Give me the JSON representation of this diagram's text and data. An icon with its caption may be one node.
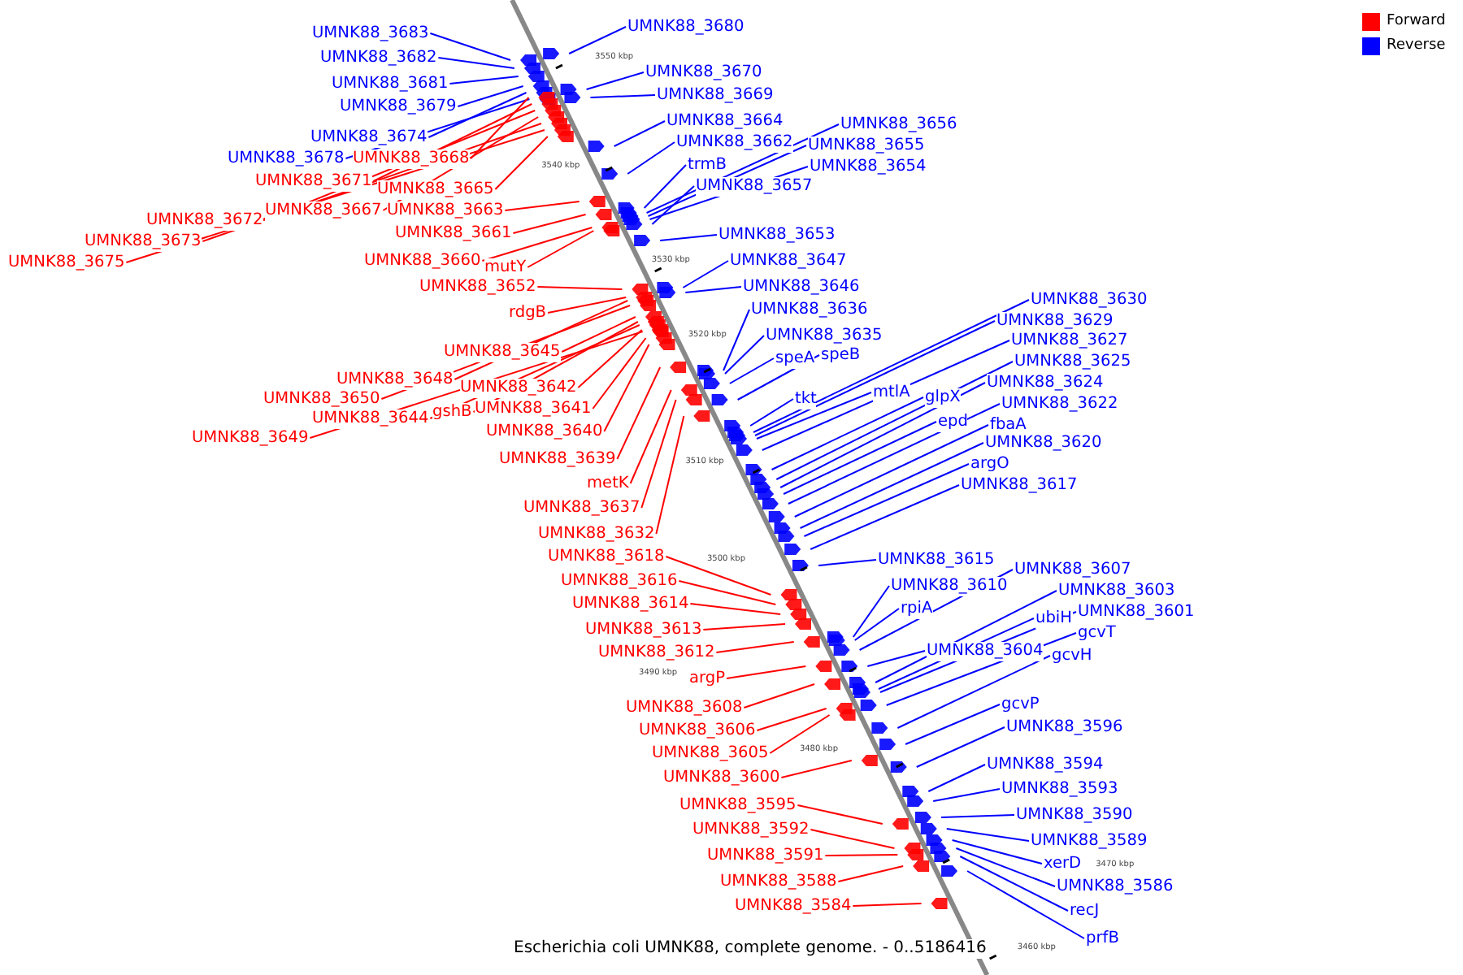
{
  "diagram": {
    "caption": "Escherichia coli UMNK88, complete genome. - 0..5186416",
    "nodes": [
      {
        "text": [
          "UMNK88_3683"
        ]
      },
      {
        "text": [
          "UMNK88_3682"
        ]
      },
      {
        "text": [
          "UMNK88_3681"
        ]
      },
      {
        "text": [
          "UMNK88_3679"
        ]
      },
      {
        "text": [
          "UMNK88_3674"
        ]
      },
      {
        "text": [
          "UMNK88_3678"
        ]
      },
      {
        "text": [
          "UMNK88_3668"
        ]
      },
      {
        "text": [
          "UMNK88_3671"
        ]
      },
      {
        "text": [
          "UMNK88_3665"
        ]
      },
      {
        "text": [
          "UMNK88_3672"
        ]
      },
      {
        "text": [
          "UMNK88_3667"
        ]
      },
      {
        "text": [
          "UMNK88_3663"
        ]
      },
      {
        "text": [
          "UMNK88_3673"
        ]
      },
      {
        "text": [
          "UMNK88_3661"
        ]
      },
      {
        "text": [
          "UMNK88_3675"
        ]
      },
      {
        "text": [
          "UMNK88_3660"
        ]
      },
      {
        "text": [
          "mutY"
        ]
      },
      {
        "text": [
          "UMNK88_3652"
        ]
      },
      {
        "text": [
          "rdgB"
        ]
      },
      {
        "text": [
          "UMNK88_3645"
        ]
      },
      {
        "text": [
          "UMNK88_3648"
        ]
      },
      {
        "text": [
          "UMNK88_3642"
        ]
      },
      {
        "text": [
          "UMNK88_3650"
        ]
      },
      {
        "text": [
          "UMNK88_3641"
        ]
      },
      {
        "text": [
          "gshB"
        ]
      },
      {
        "text": [
          "UMNK88_3644"
        ]
      },
      {
        "text": [
          "UMNK88_3649"
        ]
      },
      {
        "text": [
          "UMNK88_3640"
        ]
      },
      {
        "text": [
          "UMNK88_3639"
        ]
      },
      {
        "text": [
          "metK"
        ]
      },
      {
        "text": [
          "UMNK88_3637"
        ]
      },
      {
        "text": [
          "UMNK88_3632"
        ]
      },
      {
        "text": [
          "UMNK88_3618"
        ]
      },
      {
        "text": [
          "UMNK88_3616"
        ]
      },
      {
        "text": [
          "UMNK88_3614"
        ]
      },
      {
        "text": [
          "UMNK88_3613"
        ]
      },
      {
        "text": [
          "UMNK88_3612"
        ]
      },
      {
        "text": [
          "argP"
        ]
      },
      {
        "text": [
          "UMNK88_3608"
        ]
      },
      {
        "text": [
          "UMNK88_3606"
        ]
      },
      {
        "text": [
          "UMNK88_3605"
        ]
      },
      {
        "text": [
          "UMNK88_3600"
        ]
      },
      {
        "text": [
          "UMNK88_3595"
        ]
      },
      {
        "text": [
          "UMNK88_3592"
        ]
      },
      {
        "text": [
          "UMNK88_3591"
        ]
      },
      {
        "text": [
          "UMNK88_3588"
        ]
      },
      {
        "text": [
          "UMNK88_3584"
        ]
      },
      {
        "text": [
          "UMNK88_3680"
        ]
      },
      {
        "text": [
          "UMNK88_3670"
        ]
      },
      {
        "text": [
          "UMNK88_3669"
        ]
      },
      {
        "text": [
          "UMNK88_3664"
        ]
      },
      {
        "text": [
          "UMNK88_3662"
        ]
      },
      {
        "text": [
          "UMNK88_3656"
        ]
      },
      {
        "text": [
          "UMNK88_3655"
        ]
      },
      {
        "text": [
          "trmB"
        ]
      },
      {
        "text": [
          "UMNK88_3654"
        ]
      },
      {
        "text": [
          "UMNK88_3657"
        ]
      },
      {
        "text": [
          "UMNK88_3653"
        ]
      },
      {
        "text": [
          "UMNK88_3647"
        ]
      },
      {
        "text": [
          "UMNK88_3646"
        ]
      },
      {
        "text": [
          "UMNK88_3636"
        ]
      },
      {
        "text": [
          "UMNK88_3635"
        ]
      },
      {
        "text": [
          "speA"
        ]
      },
      {
        "text": [
          "speB"
        ]
      },
      {
        "text": [
          "tkt"
        ]
      },
      {
        "text": [
          "mtlA"
        ]
      },
      {
        "text": [
          "glpX"
        ]
      },
      {
        "text": [
          "UMNK88_3630"
        ]
      },
      {
        "text": [
          "UMNK88_3629"
        ]
      },
      {
        "text": [
          "UMNK88_3627"
        ]
      },
      {
        "text": [
          "UMNK88_3625"
        ]
      },
      {
        "text": [
          "UMNK88_3624"
        ]
      },
      {
        "text": [
          "UMNK88_3622"
        ]
      },
      {
        "text": [
          "epd"
        ]
      },
      {
        "text": [
          "fbaA"
        ]
      },
      {
        "text": [
          "UMNK88_3620"
        ]
      },
      {
        "text": [
          "argO"
        ]
      },
      {
        "text": [
          "UMNK88_3617"
        ]
      },
      {
        "text": [
          "UMNK88_3615"
        ]
      },
      {
        "text": [
          "UMNK88_3610"
        ]
      },
      {
        "text": [
          "UMNK88_3607"
        ]
      },
      {
        "text": [
          "rpiA"
        ]
      },
      {
        "text": [
          "UMNK88_3603"
        ]
      },
      {
        "text": [
          "ubiH"
        ]
      },
      {
        "text": [
          "UMNK88_3601"
        ]
      },
      {
        "text": [
          "gcvT"
        ]
      },
      {
        "text": [
          "UMNK88_3604"
        ]
      },
      {
        "text": [
          "gcvH"
        ]
      },
      {
        "text": [
          "gcvP"
        ]
      },
      {
        "text": [
          "UMNK88_3596"
        ]
      },
      {
        "text": [
          "UMNK88_3594"
        ]
      },
      {
        "text": [
          "UMNK88_3593"
        ]
      },
      {
        "text": [
          "UMNK88_3590"
        ]
      },
      {
        "text": [
          "UMNK88_3589"
        ]
      },
      {
        "text": [
          "xerD"
        ]
      },
      {
        "text": [
          "UMNK88_3586"
        ]
      },
      {
        "text": [
          "recJ"
        ]
      },
      {
        "text": [
          "prfB"
        ]
      }
    ],
    "edges": [
      {
        "from": 0,
        "to": null,
        "arrow": "none"
      },
      {
        "from": 1,
        "to": null,
        "arrow": "none"
      },
      {
        "from": 2,
        "to": null,
        "arrow": "none"
      },
      {
        "from": 3,
        "to": null,
        "arrow": "none"
      },
      {
        "from": 4,
        "to": null,
        "arrow": "none"
      },
      {
        "from": 5,
        "to": null,
        "arrow": "none"
      },
      {
        "from": 6,
        "to": null,
        "arrow": "none",
        "color": "#ff0000"
      },
      {
        "from": 7,
        "to": null,
        "arrow": "none",
        "color": "#ff0000"
      },
      {
        "from": 8,
        "to": null,
        "arrow": "none",
        "color": "#ff0000"
      },
      {
        "from": 9,
        "to": null,
        "arrow": "none",
        "color": "#ff0000"
      },
      {
        "from": 10,
        "to": null,
        "arrow": "none",
        "color": "#ff0000"
      },
      {
        "from": 11,
        "to": null,
        "arrow": "none",
        "color": "#ff0000"
      },
      {
        "from": 12,
        "to": null,
        "arrow": "none",
        "color": "#ff0000"
      },
      {
        "from": 13,
        "to": null,
        "arrow": "none",
        "color": "#ff0000"
      },
      {
        "from": 14,
        "to": null,
        "arrow": "none",
        "color": "#ff0000"
      },
      {
        "from": 15,
        "to": null,
        "arrow": "none",
        "color": "#ff0000"
      },
      {
        "from": 16,
        "to": null,
        "arrow": "none",
        "color": "#ff0000"
      },
      {
        "from": 17,
        "to": null,
        "arrow": "none",
        "color": "#ff0000"
      },
      {
        "from": 18,
        "to": null,
        "arrow": "none",
        "color": "#ff0000"
      },
      {
        "from": 19,
        "to": null,
        "arrow": "none",
        "color": "#ff0000"
      },
      {
        "from": 20,
        "to": null,
        "arrow": "none",
        "color": "#ff0000"
      },
      {
        "from": 21,
        "to": null,
        "arrow": "none",
        "color": "#ff0000"
      },
      {
        "from": 22,
        "to": null,
        "arrow": "none",
        "color": "#ff0000"
      },
      {
        "from": 23,
        "to": null,
        "arrow": "none",
        "color": "#ff0000"
      },
      {
        "from": 24,
        "to": null,
        "arrow": "none",
        "color": "#ff0000"
      },
      {
        "from": 25,
        "to": null,
        "arrow": "none",
        "color": "#ff0000"
      },
      {
        "from": 26,
        "to": null,
        "arrow": "none",
        "color": "#ff0000"
      },
      {
        "from": 27,
        "to": null,
        "arrow": "none",
        "color": "#ff0000"
      },
      {
        "from": 28,
        "to": null,
        "arrow": "none",
        "color": "#ff0000"
      },
      {
        "from": 29,
        "to": null,
        "arrow": "none",
        "color": "#ff0000"
      },
      {
        "from": 30,
        "to": null,
        "arrow": "none",
        "color": "#ff0000"
      },
      {
        "from": 31,
        "to": null,
        "arrow": "none",
        "color": "#ff0000"
      },
      {
        "from": 32,
        "to": null,
        "arrow": "none",
        "color": "#ff0000"
      },
      {
        "from": 33,
        "to": null,
        "arrow": "none",
        "color": "#ff0000"
      },
      {
        "from": 34,
        "to": null,
        "arrow": "none",
        "color": "#ff0000"
      },
      {
        "from": 35,
        "to": null,
        "arrow": "none",
        "color": "#ff0000"
      },
      {
        "from": 36,
        "to": null,
        "arrow": "none",
        "color": "#ff0000"
      },
      {
        "from": 37,
        "to": null,
        "arrow": "none",
        "color": "#ff0000"
      },
      {
        "from": 38,
        "to": null,
        "arrow": "none",
        "color": "#ff0000"
      },
      {
        "from": 39,
        "to": null,
        "arrow": "none",
        "color": "#ff0000"
      },
      {
        "from": 40,
        "to": null,
        "arrow": "none",
        "color": "#ff0000"
      },
      {
        "from": 41,
        "to": null,
        "arrow": "none",
        "color": "#ff0000"
      },
      {
        "from": 42,
        "to": null,
        "arrow": "none",
        "color": "#ff0000"
      },
      {
        "from": 43,
        "to": null,
        "arrow": "none",
        "color": "#ff0000"
      },
      {
        "from": 44,
        "to": null,
        "arrow": "none",
        "color": "#ff0000"
      },
      {
        "from": 45,
        "to": null,
        "arrow": "none",
        "color": "#ff0000"
      },
      {
        "from": 46,
        "to": null,
        "arrow": "none",
        "color": "#ff0000"
      },
      {
        "from": 47,
        "to": null,
        "arrow": "none"
      },
      {
        "from": 48,
        "to": null,
        "arrow": "none"
      },
      {
        "from": 49,
        "to": null,
        "arrow": "none"
      },
      {
        "from": 50,
        "to": null,
        "arrow": "none"
      },
      {
        "from": 51,
        "to": null,
        "arrow": "none"
      },
      {
        "from": 52,
        "to": null,
        "arrow": "none"
      },
      {
        "from": 53,
        "to": null,
        "arrow": "none"
      },
      {
        "from": 54,
        "to": null,
        "arrow": "none"
      },
      {
        "from": 55,
        "to": null,
        "arrow": "none"
      },
      {
        "from": 56,
        "to": null,
        "arrow": "none"
      },
      {
        "from": 57,
        "to": null,
        "arrow": "none"
      },
      {
        "from": 58,
        "to": null,
        "arrow": "none"
      },
      {
        "from": 59,
        "to": null,
        "arrow": "none"
      },
      {
        "from": 60,
        "to": null,
        "arrow": "none"
      },
      {
        "from": 61,
        "to": null,
        "arrow": "none"
      },
      {
        "from": 62,
        "to": null,
        "arrow": "none"
      },
      {
        "from": 63,
        "to": null,
        "arrow": "none"
      },
      {
        "from": 64,
        "to": null,
        "arrow": "none"
      },
      {
        "from": 65,
        "to": null,
        "arrow": "none"
      },
      {
        "from": 66,
        "to": null,
        "arrow": "none"
      },
      {
        "from": 67,
        "to": null,
        "arrow": "none"
      },
      {
        "from": 68,
        "to": null,
        "arrow": "none"
      },
      {
        "from": 69,
        "to": null,
        "arrow": "none"
      },
      {
        "from": 70,
        "to": null,
        "arrow": "none"
      },
      {
        "from": 71,
        "to": null,
        "arrow": "none"
      },
      {
        "from": 72,
        "to": null,
        "arrow": "none"
      },
      {
        "from": 73,
        "to": null,
        "arrow": "none"
      },
      {
        "from": 74,
        "to": null,
        "arrow": "none"
      },
      {
        "from": 75,
        "to": null,
        "arrow": "none"
      },
      {
        "from": 76,
        "to": null,
        "arrow": "none"
      },
      {
        "from": 77,
        "to": null,
        "arrow": "none"
      },
      {
        "from": 78,
        "to": null,
        "arrow": "none"
      },
      {
        "from": 79,
        "to": null,
        "arrow": "none"
      },
      {
        "from": 80,
        "to": null,
        "arrow": "none"
      },
      {
        "from": 81,
        "to": null,
        "arrow": "none"
      },
      {
        "from": 82,
        "to": null,
        "arrow": "none"
      },
      {
        "from": 83,
        "to": null,
        "arrow": "none"
      },
      {
        "from": 84,
        "to": null,
        "arrow": "none"
      },
      {
        "from": 85,
        "to": null,
        "arrow": "none"
      },
      {
        "from": 86,
        "to": null,
        "arrow": "none"
      },
      {
        "from": 87,
        "to": null,
        "arrow": "none"
      },
      {
        "from": 88,
        "to": null,
        "arrow": "none"
      },
      {
        "from": 89,
        "to": null,
        "arrow": "none"
      },
      {
        "from": 90,
        "to": null,
        "arrow": "none"
      },
      {
        "from": 91,
        "to": null,
        "arrow": "none"
      },
      {
        "from": 92,
        "to": null,
        "arrow": "none"
      },
      {
        "from": 93,
        "to": null,
        "arrow": "none"
      },
      {
        "from": 94,
        "to": null,
        "arrow": "none"
      },
      {
        "from": 95,
        "to": null,
        "arrow": "none"
      },
      {
        "from": 96,
        "to": null,
        "arrow": "none"
      },
      {
        "from": 97,
        "to": null,
        "arrow": "none"
      }
    ],
    "labels": [
      "3550 kbp",
      "3540 kbp",
      "3530 kbp",
      "3520 kbp",
      "3510 kbp",
      "3500 kbp",
      "3490 kbp",
      "3480 kbp",
      "3470 kbp",
      "3460 kbp"
    ],
    "legend": [
      {
        "text": "Forward",
        "color": "#ff0000"
      },
      {
        "text": "Reverse",
        "color": "#0000ff"
      }
    ]
  }
}
